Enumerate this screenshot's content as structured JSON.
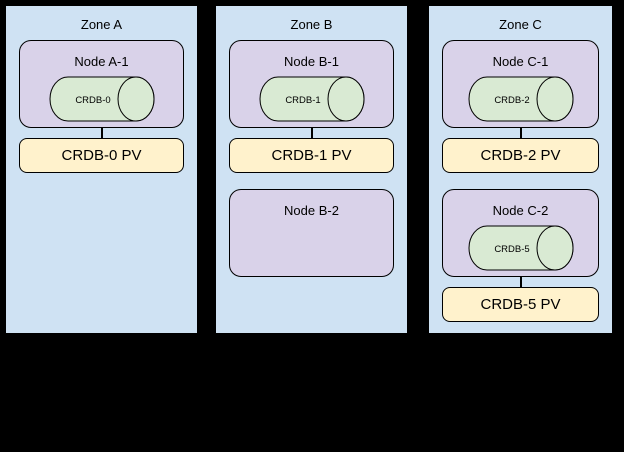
{
  "colors": {
    "canvas_bg": "#000000",
    "zone_fill": "#cfe2f3",
    "node_fill": "#d9d2e9",
    "cylinder_fill": "#d9ead3",
    "pv_fill": "#fff2cc",
    "stroke": "#000000",
    "text": "#000000"
  },
  "zones": [
    {
      "label": "Zone A",
      "nodes": [
        {
          "label": "Node A-1",
          "cylinder": "CRDB-0",
          "pv": "CRDB-0 PV"
        }
      ]
    },
    {
      "label": "Zone B",
      "nodes": [
        {
          "label": "Node B-1",
          "cylinder": "CRDB-1",
          "pv": "CRDB-1 PV"
        },
        {
          "label": "Node B-2"
        }
      ]
    },
    {
      "label": "Zone C",
      "nodes": [
        {
          "label": "Node C-1",
          "cylinder": "CRDB-2",
          "pv": "CRDB-2 PV"
        },
        {
          "label": "Node C-2",
          "cylinder": "CRDB-5",
          "pv": "CRDB-5 PV"
        }
      ]
    }
  ]
}
